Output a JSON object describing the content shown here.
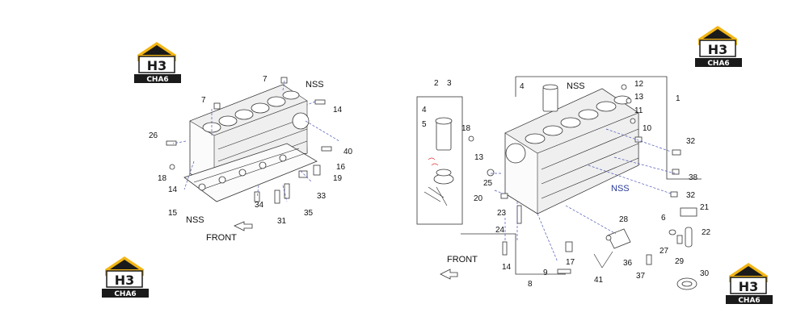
{
  "logo": {
    "top": "H3",
    "bottom": "CHA6",
    "color_yellow": "#F2B515",
    "color_dark": "#1A1A1A"
  },
  "callouts_left": [
    "7",
    "7",
    "NSS",
    "14",
    "26",
    "16",
    "40",
    "18",
    "19",
    "14",
    "33",
    "15",
    "34",
    "35",
    "NSS",
    "31",
    "FRONT"
  ],
  "callouts_right": [
    "2",
    "3",
    "4",
    "NSS",
    "12",
    "13",
    "1",
    "4",
    "5",
    "11",
    "18",
    "10",
    "32",
    "13",
    "25",
    "38",
    "NSS",
    "20",
    "32",
    "21",
    "6",
    "23",
    "28",
    "22",
    "24",
    "27",
    "29",
    "36",
    "14",
    "17",
    "FRONT",
    "37",
    "9",
    "41",
    "30",
    "8"
  ],
  "colors": {
    "leader_blue": "#4A55B5",
    "line": "#222222"
  }
}
